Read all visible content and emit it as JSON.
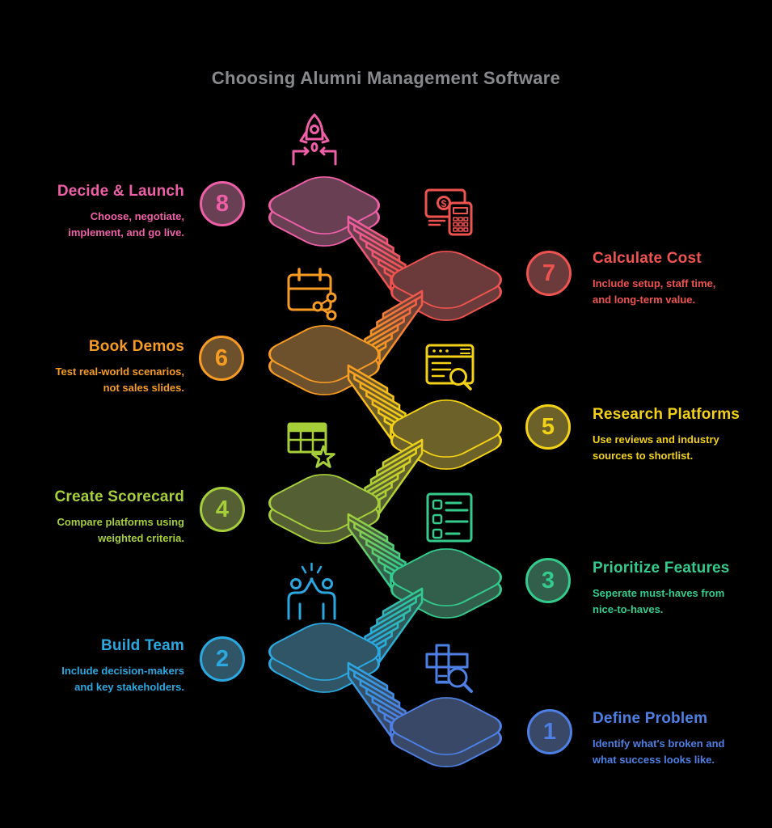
{
  "title": "Choosing Alumni Management Software",
  "title_color": "#87898c",
  "background": "#000000",
  "steps": [
    {
      "num": "1",
      "title": "Define Problem",
      "desc": "Identify what's broken and\nwhat success looks like.",
      "color": "#4d80e4",
      "side": "right",
      "icon": "puzzle-search-icon"
    },
    {
      "num": "2",
      "title": "Build Team",
      "desc": "Include decision-makers\nand key stakeholders.",
      "color": "#2aa9e1",
      "side": "left",
      "icon": "team-highfive-icon"
    },
    {
      "num": "3",
      "title": "Prioritize Features",
      "desc": "Seperate must-haves from\nnice-to-haves.",
      "color": "#33cc8c",
      "side": "right",
      "icon": "checklist-icon"
    },
    {
      "num": "4",
      "title": "Create Scorecard",
      "desc": "Compare platforms using\nweighted criteria.",
      "color": "#a6ce39",
      "side": "left",
      "icon": "scorecard-table-star-icon"
    },
    {
      "num": "5",
      "title": "Research Platforms",
      "desc": "Use reviews and industry\nsources to shortlist.",
      "color": "#f2d116",
      "side": "right",
      "icon": "browser-search-icon"
    },
    {
      "num": "6",
      "title": "Book Demos",
      "desc": "Test real-world scenarios,\nnot sales slides.",
      "color": "#f79b22",
      "side": "left",
      "icon": "calendar-share-icon"
    },
    {
      "num": "7",
      "title": "Calculate Cost",
      "desc": "Include setup, staff time,\nand long-term value.",
      "color": "#ef5350",
      "side": "right",
      "icon": "money-calculator-icon"
    },
    {
      "num": "8",
      "title": "Decide & Launch",
      "desc": "Choose, negotiate,\nimplement, and go live.",
      "color": "#ee5fa7",
      "side": "left",
      "icon": "rocket-launch-icon"
    }
  ]
}
